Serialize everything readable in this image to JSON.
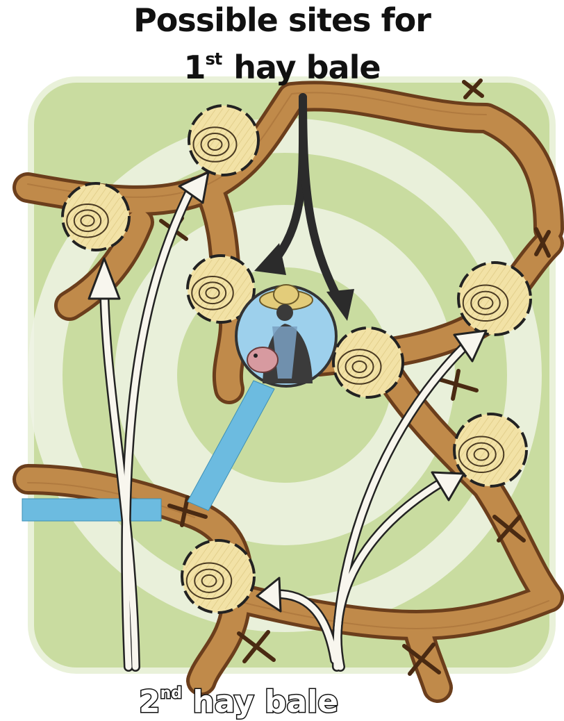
{
  "title": {
    "line1": "Possible sites for",
    "line2_prefix": "1",
    "line2_sup": "st",
    "line2_suffix": " hay bale"
  },
  "bottom_label": {
    "prefix": "2",
    "sup": "nd",
    "suffix": " hay bale"
  },
  "colors": {
    "field_green": "#c9dca0",
    "ring_light": "#eef3e4",
    "path_brown": "#c08a4a",
    "path_dark": "#6b3e1c",
    "hay": "#f2e2a6",
    "hay_dark": "#4a3a22",
    "barrier_blue": "#6cbbe0",
    "arrow_dark": "#2b2b2b",
    "arrow_light": "#f8f6ee"
  },
  "icons": {
    "farmer_token": "farmer-figure-icon",
    "hay_bale": "hay-bale-icon",
    "crossroads_marker": "x-mark-icon"
  }
}
